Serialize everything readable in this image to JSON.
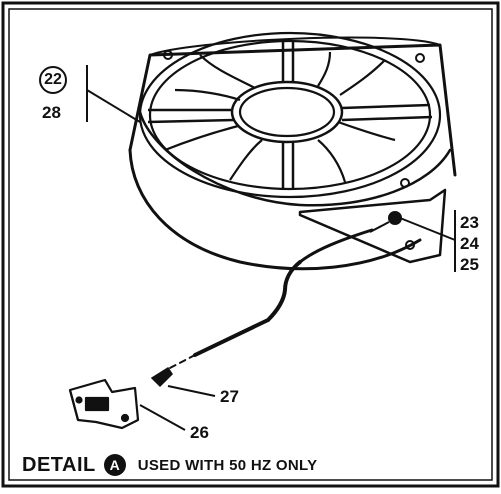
{
  "callouts": {
    "circled_part": "22",
    "fan_part": "28",
    "terminal_parts": [
      "23",
      "24",
      "25"
    ],
    "plug_part": "27",
    "connector_part": "26"
  },
  "caption": {
    "word": "DETAIL",
    "marker": "A",
    "note": "USED WITH 50 HZ ONLY"
  }
}
